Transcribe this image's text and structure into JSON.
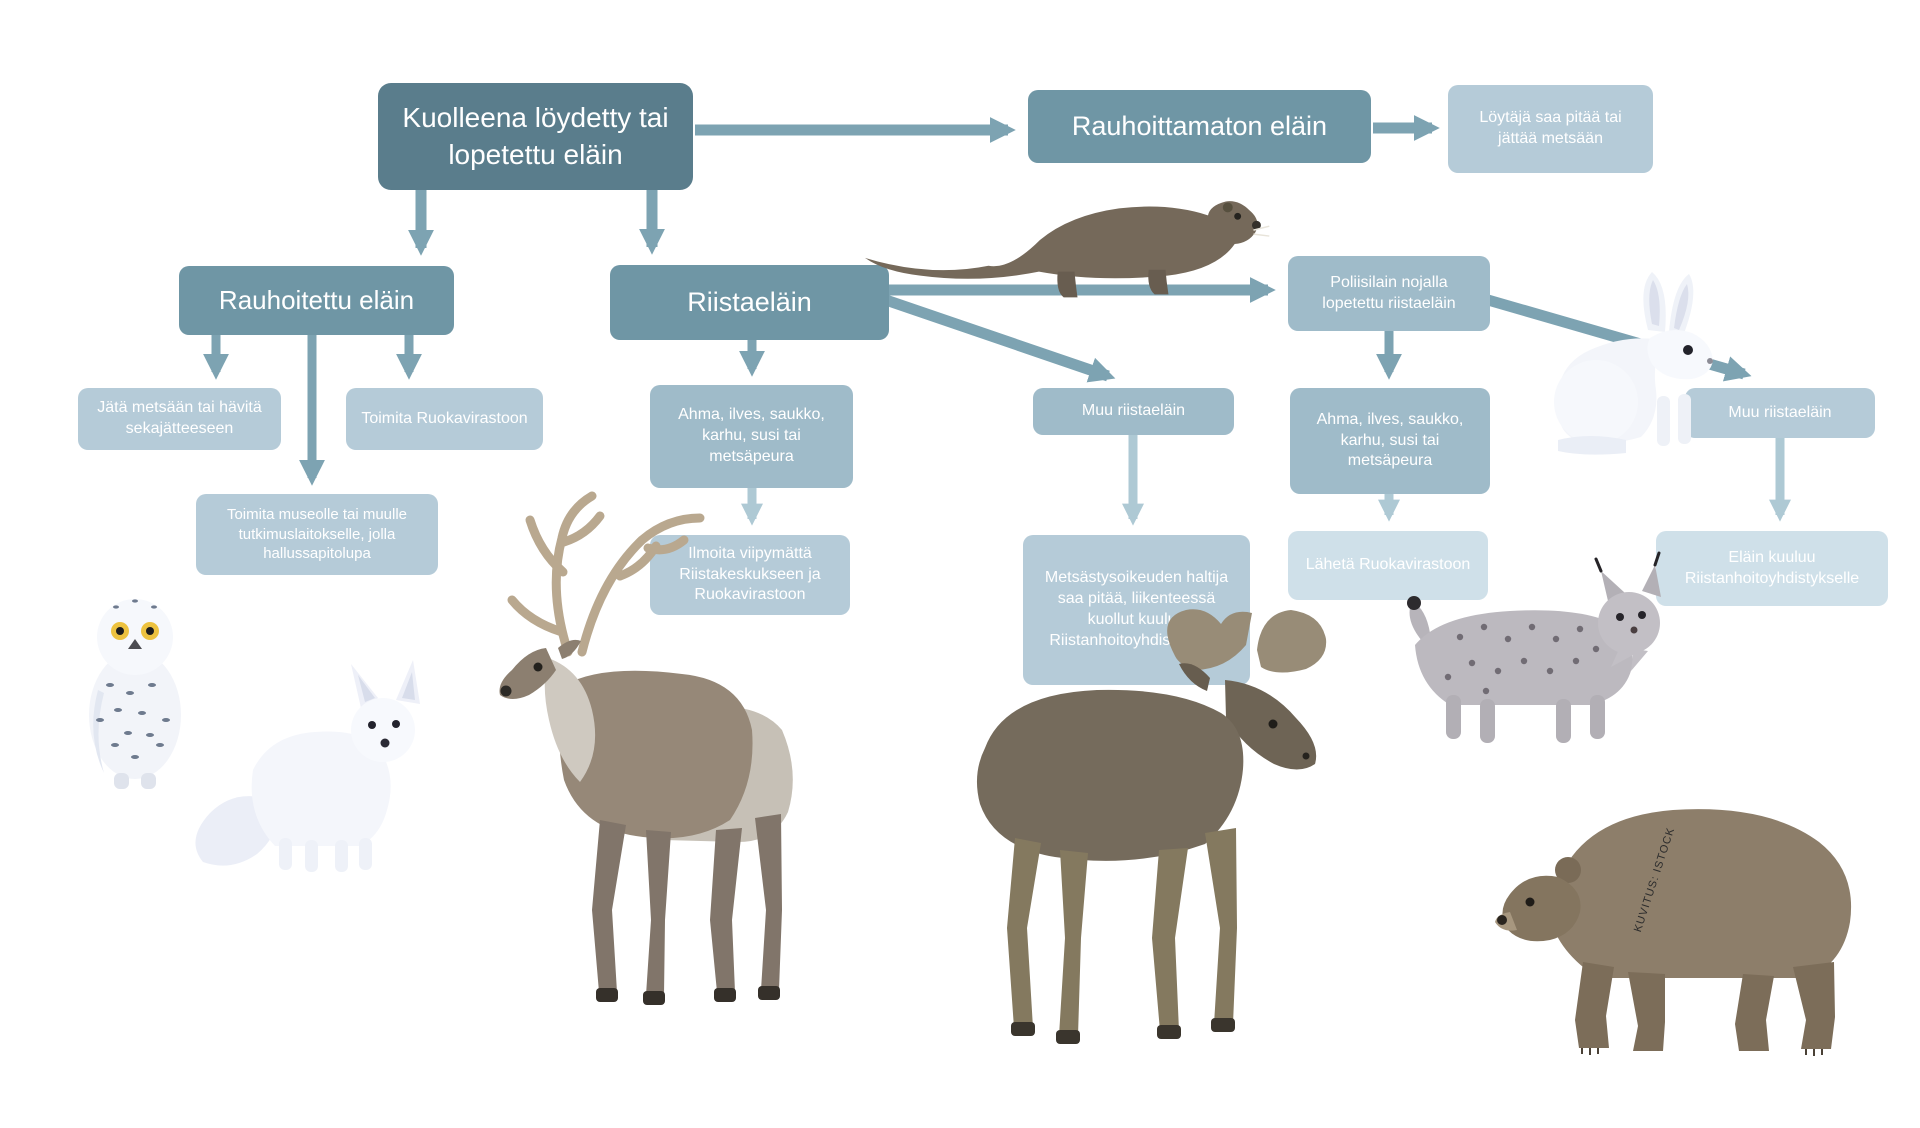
{
  "diagram": {
    "boxes": {
      "root": "Kuolleena löydetty tai lopetettu eläin",
      "rauhoittamaton_elain": "Rauhoittamaton eläin",
      "loytaja_saa_pitaa": "Löytäjä saa pitää tai jättää metsään",
      "rauhoitettu_elain": "Rauhoitettu eläin",
      "riistaelain": "Riistaeläin",
      "jata_metsaan": "Jätä metsään tai hävitä sekajätteeseen",
      "toimita_ruokavirastoon": "Toimita Ruokavirastoon",
      "toimita_museolle": "Toimita museolle tai muulle tutkimuslaitokselle, jolla hallussapitolupa",
      "ahma_ilves_1": "Ahma, ilves, saukko, karhu, susi tai metsäpeura",
      "ilmoita_viipymatta": "Ilmoita viipymättä Riistakeskukseen ja Ruokavirastoon",
      "muu_riistaelain_1": "Muu riistaeläin",
      "metsastysoikeuden_haltija": "Metsästysoikeuden haltija saa pitää, liikenteessä kuollut kuuluu Riistanhoitoyhdistykselle",
      "poliisilain_nojalla": "Poliisilain nojalla lopetettu riistaeläin",
      "ahma_ilves_2": "Ahma, ilves, saukko, karhu, susi tai metsäpeura",
      "laheta_ruokavirastoon": "Lähetä Ruokavirastoon",
      "muu_riistaelain_2": "Muu riistaeläin",
      "elain_kuuluu": "Eläin kuuluu Riistanhoitoyhdistykselle"
    },
    "credit": "KUVITUS: ISTOCK",
    "colors": {
      "root_box": "#5a7d8c",
      "primary_box": "#6f96a5",
      "secondary_box": "#9fbbc9",
      "light_box": "#b5cbd8",
      "lighter_box": "#cfe0e9",
      "arrow_dark": "#7da3b2",
      "arrow_light": "#aec9d4",
      "background": "#ffffff"
    },
    "animals": [
      "snowy-owl",
      "arctic-fox",
      "forest-reindeer",
      "otter",
      "moose",
      "lynx",
      "mountain-hare",
      "brown-bear"
    ]
  }
}
